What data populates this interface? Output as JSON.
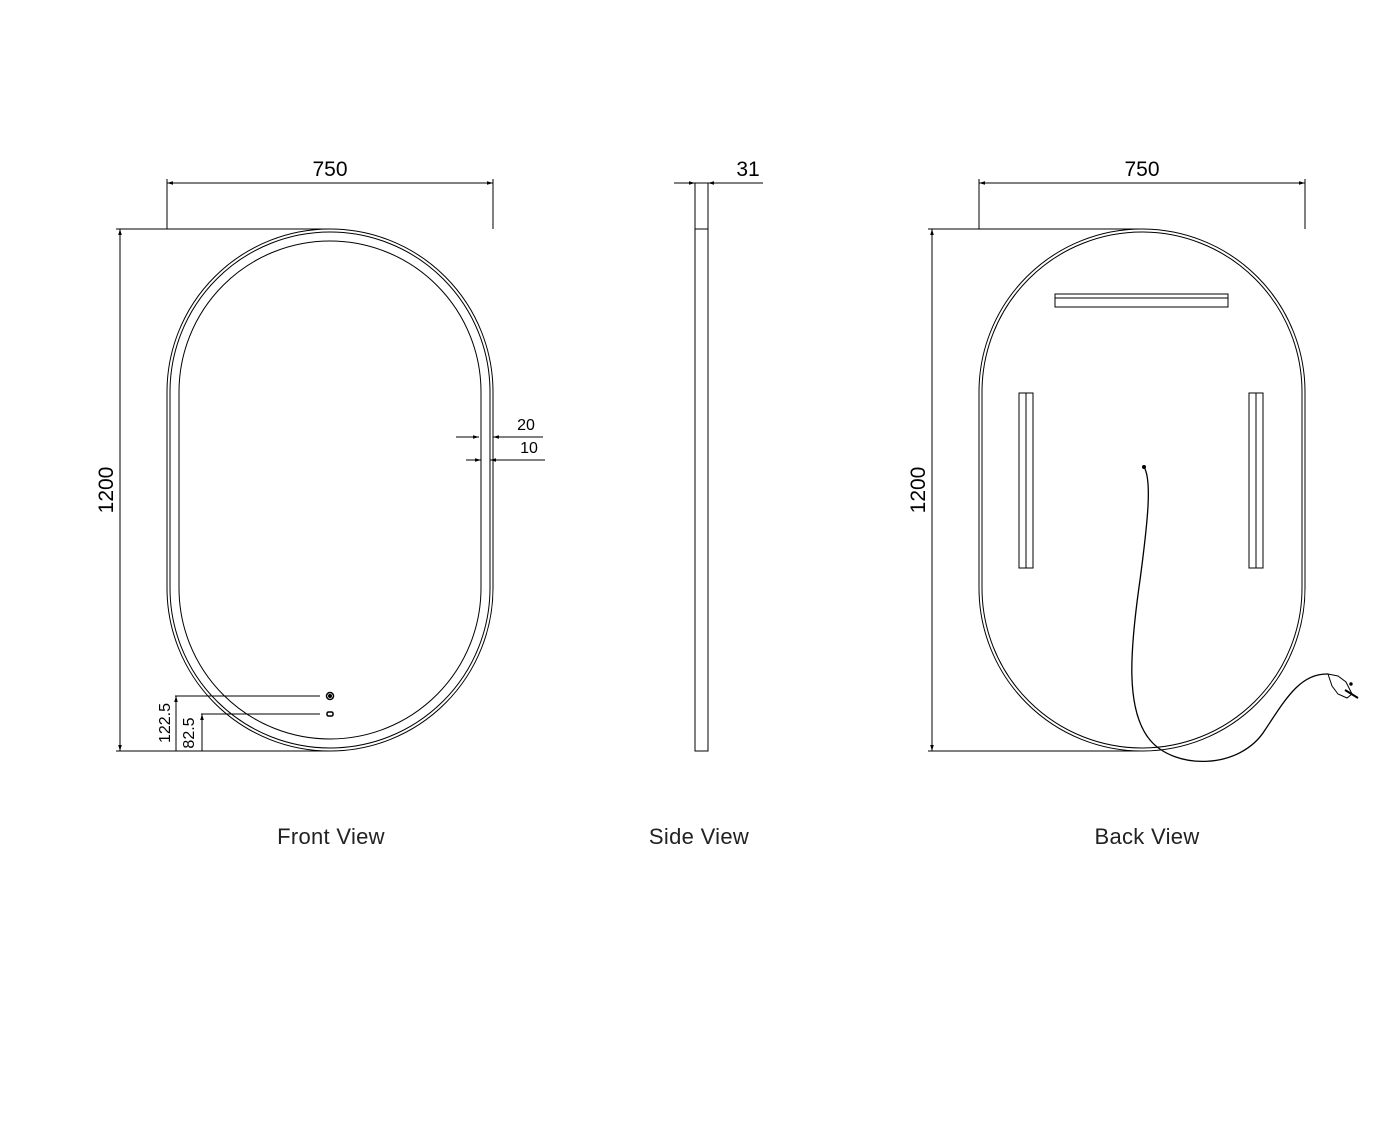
{
  "views": {
    "front": {
      "label": "Front View",
      "width": "750",
      "height": "1200",
      "frame_outer": "20",
      "frame_inner": "10",
      "button_upper": "122.5",
      "button_lower": "82.5"
    },
    "side": {
      "label": "Side View",
      "depth": "31"
    },
    "back": {
      "label": "Back View",
      "width": "750",
      "height": "1200"
    }
  }
}
